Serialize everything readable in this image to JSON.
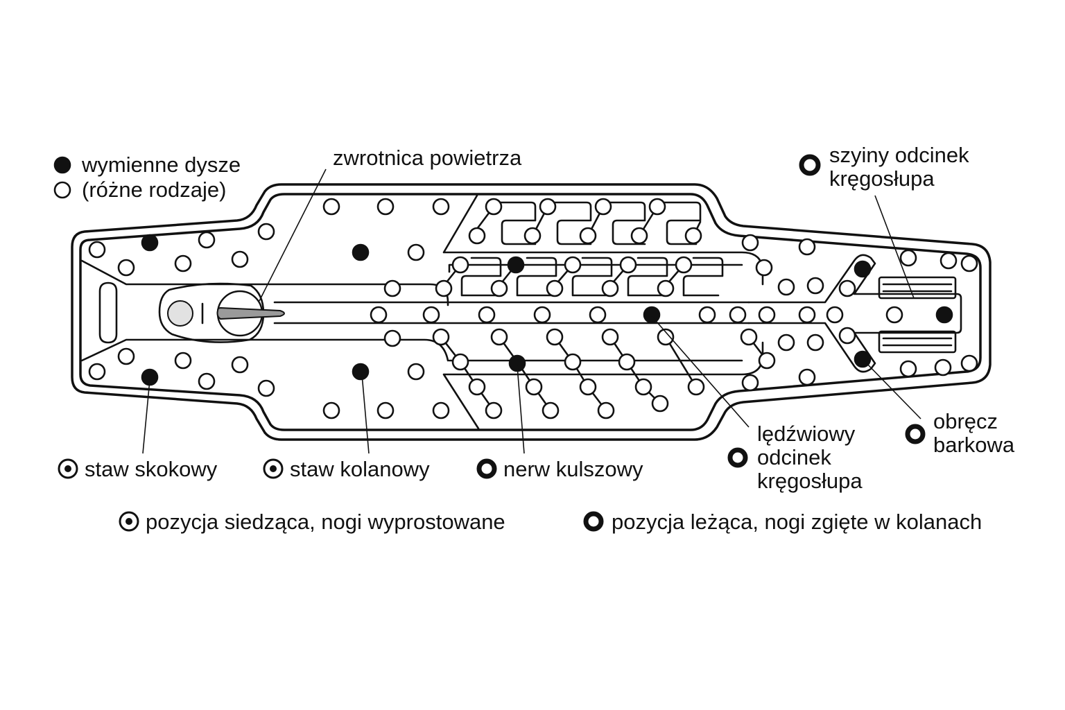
{
  "legend": {
    "filled_line1": "wymienne dysze",
    "filled_line2": "(różne rodzaje)"
  },
  "callouts": {
    "diverter": "zwrotnica powietrza",
    "spine_rails_line1": "szyiny odcinek",
    "spine_rails_line2": "kręgosłupa",
    "ankle": "staw skokowy",
    "knee": "staw kolanowy",
    "sciatic": "nerw kulszowy",
    "lumbar_line1": "lędźwiowy",
    "lumbar_line2": "odcinek",
    "lumbar_line3": "kręgosłupa",
    "shoulder_line1": "obręcz",
    "shoulder_line2": "barkowa"
  },
  "positions_legend": {
    "sitting": "pozycja siedząca, nogi wyprostowane",
    "lying": "pozycja leżąca, nogi zgięte w kolanach"
  },
  "colors": {
    "ink": "#111111",
    "paper": "#ffffff",
    "knob": "#e2e2e2"
  },
  "icons": {
    "nozzle_filled": "filled-circle-icon",
    "nozzle_open": "open-circle-icon",
    "sitting_marker": "dot-in-ring-icon",
    "lying_marker": "thick-ring-icon"
  }
}
